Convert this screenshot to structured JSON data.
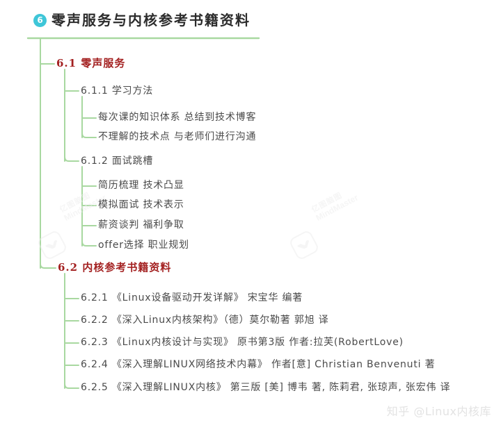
{
  "document": {
    "type": "mindmap",
    "title": "零声服务与内核参考书籍资料"
  },
  "colors": {
    "branch_line": "#a8d8a0",
    "root_badge": "#3ec6d8",
    "level1_text": "#a32020",
    "node_text": "#4a4a4a",
    "root_text": "#2b2b2b",
    "watermark": "#ececec"
  },
  "root": {
    "badge": "6",
    "label": "零声服务与内核参考书籍资料"
  },
  "sections": [
    {
      "label": "6.1  零声服务",
      "children": [
        {
          "label": "6.1.1  学习方法",
          "children": [
            {
              "label": "每次课的知识体系  总结到技术博客"
            },
            {
              "label": "不理解的技术点  与老师们进行沟通"
            }
          ]
        },
        {
          "label": "6.1.2  面试跳槽",
          "children": [
            {
              "label": "简历梳理  技术凸显"
            },
            {
              "label": "模拟面试  技术表示"
            },
            {
              "label": "薪资谈判  福利争取"
            },
            {
              "label": "offer选择  职业规划"
            }
          ]
        }
      ]
    },
    {
      "label": "6.2  内核参考书籍资料",
      "children": [
        {
          "label": "6.2.1  《Linux设备驱动开发详解》  宋宝华  编著"
        },
        {
          "label": "6.2.2  《深入Linux内核架构》（德）莫尔勒著  郭旭  译"
        },
        {
          "label": "6.2.3  《Linux内核设计与实现》  原书第3版  作者:拉芙(RobertLove)"
        },
        {
          "label": "6.2.4  《深入理解LINUX网络技术内幕》  作者[意] Christian Benvenuti  著"
        },
        {
          "label": "6.2.5  《深入理解LINUX内核》  第三版 [美] 博韦  著, 陈莉君, 张琼声, 张宏伟  译"
        }
      ]
    }
  ],
  "watermarks": {
    "mindmaster_line1": "亿图脑图",
    "mindmaster_line2": "MindMaster",
    "zhihu": "知乎 @Linux内核库"
  }
}
